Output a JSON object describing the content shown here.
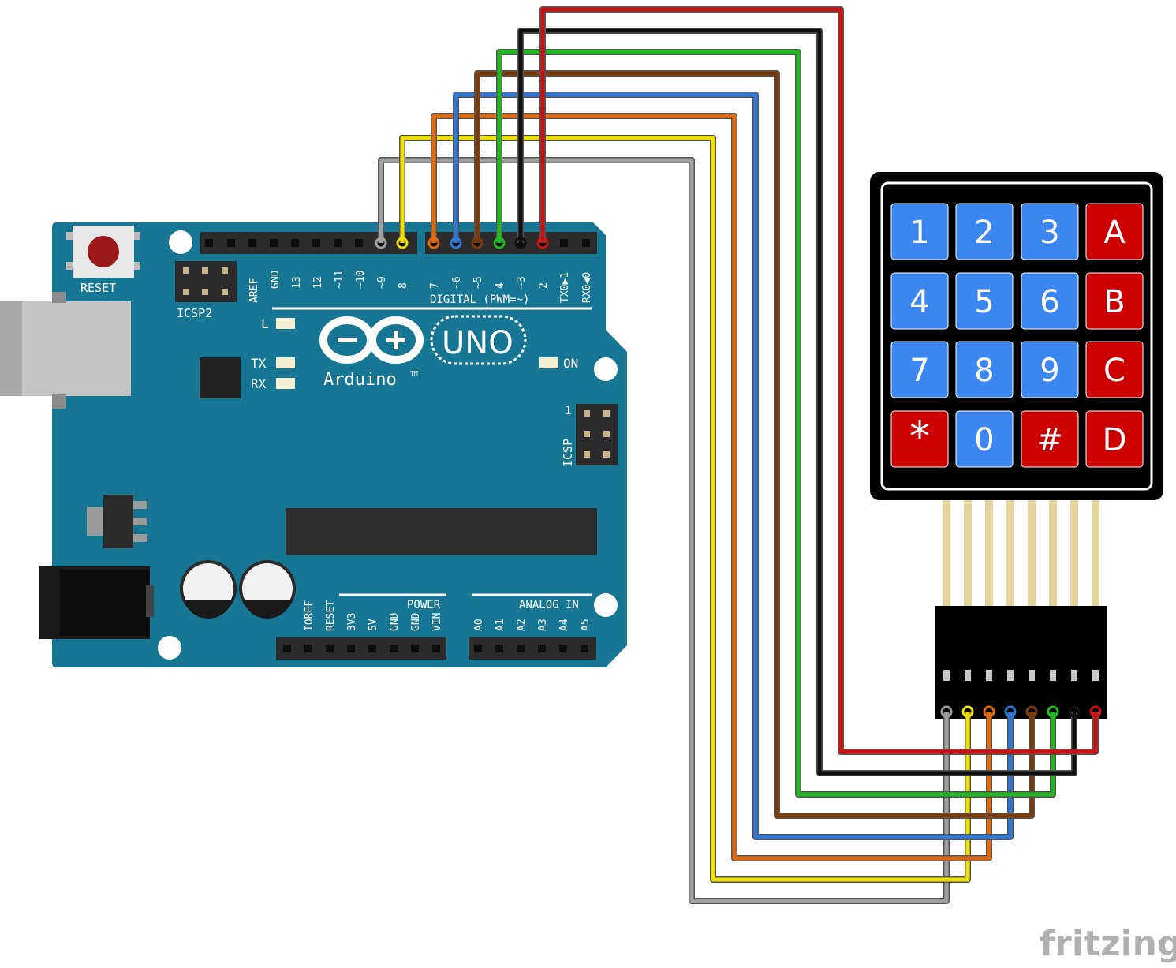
{
  "board": {
    "reset_label": "RESET",
    "icsp2_label": "ICSP2",
    "icsp_label": "ICSP",
    "icsp_pin1": "1",
    "brand": "Arduino",
    "tm": "TM",
    "model": "UNO",
    "led_l": "L",
    "led_tx": "TX",
    "led_rx": "RX",
    "led_on": "ON",
    "digital_label": "DIGITAL (PWM=~)",
    "digital_pins": [
      "AREF",
      "GND",
      "13",
      "12",
      "~11",
      "~10",
      "~9",
      "8",
      "7",
      "~6",
      "~5",
      "4",
      "~3",
      "2",
      "TX0▶1",
      "RX0◀0"
    ],
    "power_label": "POWER",
    "power_pins": [
      "IOREF",
      "RESET",
      "3V3",
      "5V",
      "GND",
      "GND",
      "VIN"
    ],
    "analog_label": "ANALOG IN",
    "analog_pins": [
      "A0",
      "A1",
      "A2",
      "A3",
      "A4",
      "A5"
    ]
  },
  "keypad": {
    "keys": [
      "1",
      "2",
      "3",
      "A",
      "4",
      "5",
      "6",
      "B",
      "7",
      "8",
      "9",
      "C",
      "*",
      "0",
      "#",
      "D"
    ],
    "colors": {
      "blue": "#3b86f0",
      "red": "#cc0000",
      "frame": "#000000"
    }
  },
  "wires": [
    {
      "color": "#a0a0a0",
      "arduino_pin": "~9",
      "keypad_pin": 1
    },
    {
      "color": "#f0e000",
      "arduino_pin": "8",
      "keypad_pin": 2
    },
    {
      "color": "#e06a10",
      "arduino_pin": "7",
      "keypad_pin": 3
    },
    {
      "color": "#2f78d8",
      "arduino_pin": "~6",
      "keypad_pin": 4
    },
    {
      "color": "#7a3a0a",
      "arduino_pin": "~5",
      "keypad_pin": 5
    },
    {
      "color": "#22b822",
      "arduino_pin": "4",
      "keypad_pin": 6
    },
    {
      "color": "#111111",
      "arduino_pin": "~3",
      "keypad_pin": 7
    },
    {
      "color": "#cc1111",
      "arduino_pin": "2",
      "keypad_pin": 8
    }
  ],
  "colors": {
    "board": "#167694",
    "header": "#2b2b2b"
  },
  "watermark": "fritzing"
}
